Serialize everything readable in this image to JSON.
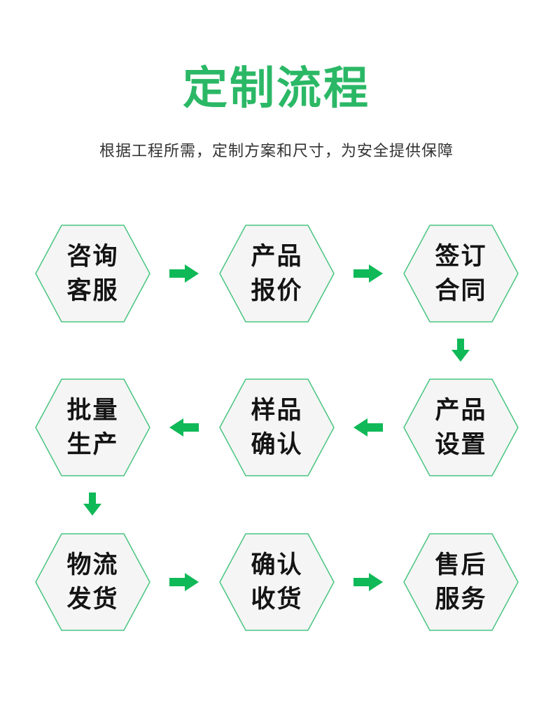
{
  "header": {
    "title": "定制流程",
    "subtitle": "根据工程所需，定制方案和尺寸，为安全提供保障"
  },
  "colors": {
    "title_green": "#2BB866",
    "arrow_green": "#0FB957",
    "hex_border": "#49C580",
    "hex_fill": "#F5F5F5",
    "node_text": "#141414",
    "subtitle_color": "#333333",
    "background": "#FFFFFF"
  },
  "flow": {
    "type": "process-flow",
    "steps": [
      {
        "order": 1,
        "label": "咨询\n客服"
      },
      {
        "order": 2,
        "label": "产品\n报价"
      },
      {
        "order": 3,
        "label": "签订\n合同"
      },
      {
        "order": 4,
        "label": "产品\n设置"
      },
      {
        "order": 5,
        "label": "样品\n确认"
      },
      {
        "order": 6,
        "label": "批量\n生产"
      },
      {
        "order": 7,
        "label": "物流\n发货"
      },
      {
        "order": 8,
        "label": "确认\n收货"
      },
      {
        "order": 9,
        "label": "售后\n服务"
      }
    ],
    "arrows": [
      {
        "from": "咨询客服",
        "to": "产品报价",
        "direction": "right"
      },
      {
        "from": "产品报价",
        "to": "签订合同",
        "direction": "right"
      },
      {
        "from": "签订合同",
        "to": "产品设置",
        "direction": "down"
      },
      {
        "from": "产品设置",
        "to": "样品确认",
        "direction": "left"
      },
      {
        "from": "样品确认",
        "to": "批量生产",
        "direction": "left"
      },
      {
        "from": "批量生产",
        "to": "物流发货",
        "direction": "down"
      },
      {
        "from": "物流发货",
        "to": "确认收货",
        "direction": "right"
      },
      {
        "from": "确认收货",
        "to": "售后服务",
        "direction": "right"
      }
    ]
  }
}
